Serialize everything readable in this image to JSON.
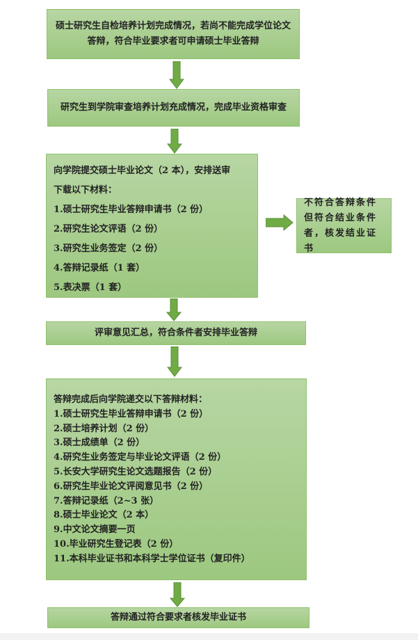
{
  "steps": {
    "step1": "硕士研究生自检培养计划完成情况，若尚不能完成学位论文答辩，符合毕业要求者可申请硕士毕业答辩",
    "step2": "研究生到学院审查培养计划充成情况，完成毕业资格审查",
    "step3": {
      "lines": [
        "向学院提交硕士毕业论文（2 本），安排送审",
        "下载以下材料：",
        "1.硕士研究生毕业答辩申请书（2 份）",
        "2.研究生论文评语（2 份）",
        "3.研究生业务签定（2 份）",
        "4.答辩记录纸（1 套）",
        "5.表决票（1 套）"
      ]
    },
    "side": "不符合答辩条件但符合结业条件者，核发结业证书",
    "step4": "评审意见汇总，符合条件者安排毕业答辩",
    "step5": {
      "lines": [
        "答辩完成后向学院递交以下答辩材料：",
        "1.硕士研究生毕业答辩申请书（2 份）",
        "2.硕士培养计划（2 份）",
        "3.硕士成绩单（2 份）",
        "4.研究生业务签定与毕业论文评语（2 份）",
        "5.长安大学研究生论文选题报告（2 份）",
        "6.研究生毕业论文评阅意见书（2 份）",
        "7.答辩记录纸（2~3 张）",
        "8.硕士毕业论文（2 本）",
        "9.中文论文摘要一页",
        "10.毕业研究生登记表（2 份）",
        "11.本科毕业证书和本科学士学位证书（复印件）"
      ]
    },
    "step6": "答辩通过符合要求者核发毕业证书"
  },
  "colors": {
    "box_top": "#b7d6a3",
    "box_bottom": "#9dc880",
    "arrow": "#70ab45"
  }
}
